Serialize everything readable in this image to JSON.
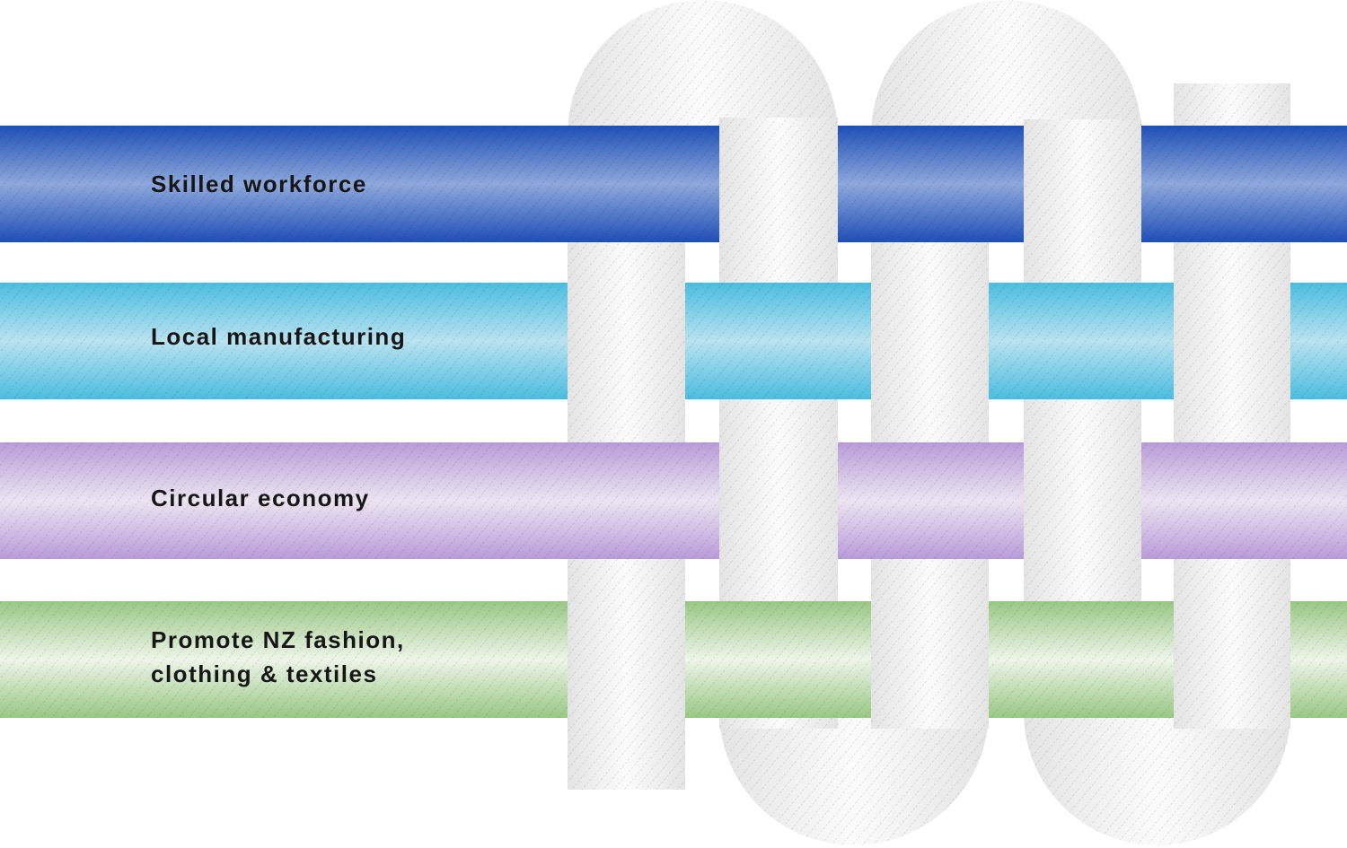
{
  "bands": [
    {
      "label": "Skilled workforce",
      "edge": "#1f4fb6",
      "mid": "#8ea8dc"
    },
    {
      "label": "Local manufacturing",
      "edge": "#4bbde0",
      "mid": "#b9e2ef"
    },
    {
      "label": "Circular economy",
      "edge": "#b89bd9",
      "mid": "#ece4f1"
    },
    {
      "label": "Promote NZ fashion,",
      "label2": "clothing & textiles",
      "edge": "#98c784",
      "mid": "#eef5e9"
    }
  ],
  "thread_colors": {
    "edge": "#e2e2e2",
    "mid": "#fafafa"
  }
}
